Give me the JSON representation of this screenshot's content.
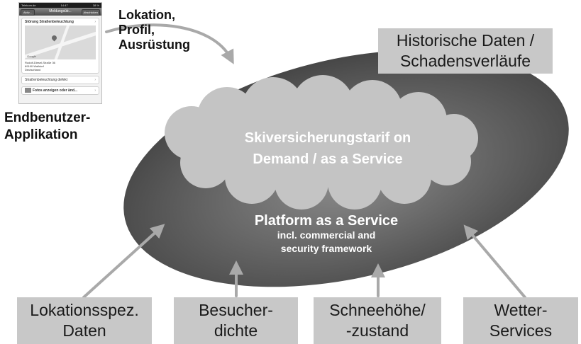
{
  "phone_app": {
    "status_carrier": "Telekom.de",
    "status_time": "14:47",
    "status_battery": "38 %",
    "nav_back": "Aktiv...",
    "nav_title": "Meldungsüb...",
    "nav_next": "Abschicken",
    "row1": "Störung Straßenbeleuchtung",
    "map_logo": "Google",
    "address_line1": "Rudolf-Diesel-Straße 36",
    "address_line2": "69190 Walldorf",
    "address_line3": "Deutschland",
    "row2": "Straßenbeleuchtung defekt",
    "row3": "Fotos anzeigen oder änd..."
  },
  "annotation": {
    "line1": "Lokation,",
    "line2": "Profil,",
    "line3": "Ausrüstung"
  },
  "endbenutzer": {
    "line1": "Endbenutzer-",
    "line2": "Applikation"
  },
  "historische": {
    "line1": "Historische Daten /",
    "line2": "Schadensverläufe"
  },
  "cloud": {
    "line1": "Skiversicherungstarif  on",
    "line2": "Demand / as a Service"
  },
  "platform": {
    "title": "Platform as a Service",
    "line2": "incl. commercial and",
    "line3": "security framework"
  },
  "sources": [
    {
      "line1": "Lokationsspez.",
      "line2": "Daten"
    },
    {
      "line1": "Besucher-",
      "line2": "dichte"
    },
    {
      "line1": "Schneehöhe/",
      "line2": "-zustand"
    },
    {
      "line1": "Wetter-",
      "line2": "Services"
    }
  ],
  "colors": {
    "ellipse_center": "#8c8c8c",
    "ellipse_edge": "#474747",
    "cloud": "#c4c4c4",
    "box": "#c8c8c8",
    "arrow": "#a9a9a9"
  }
}
